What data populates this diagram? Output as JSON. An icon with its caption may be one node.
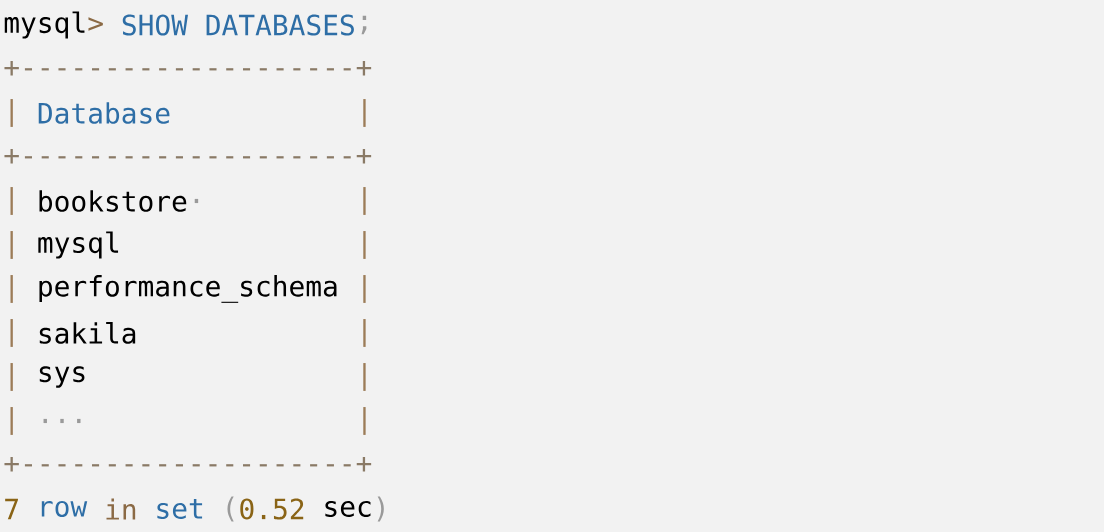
{
  "diagram": {
    "labels": [
      "mysql",
      ">",
      "SHOW DATABASES",
      ";",
      "+--------------------+",
      "|",
      "Database",
      "|",
      "+--------------------+",
      "|",
      "bookstore",
      ".",
      "|",
      "|",
      "mysql",
      "|",
      "|",
      "performance_schema",
      "|",
      "|",
      "sakila",
      "|",
      "|",
      "sys",
      "|",
      "|",
      "...",
      "|",
      "+--------------------+",
      "7",
      "row",
      "in",
      "set",
      "(",
      "0.52",
      "sec",
      ")"
    ]
  }
}
